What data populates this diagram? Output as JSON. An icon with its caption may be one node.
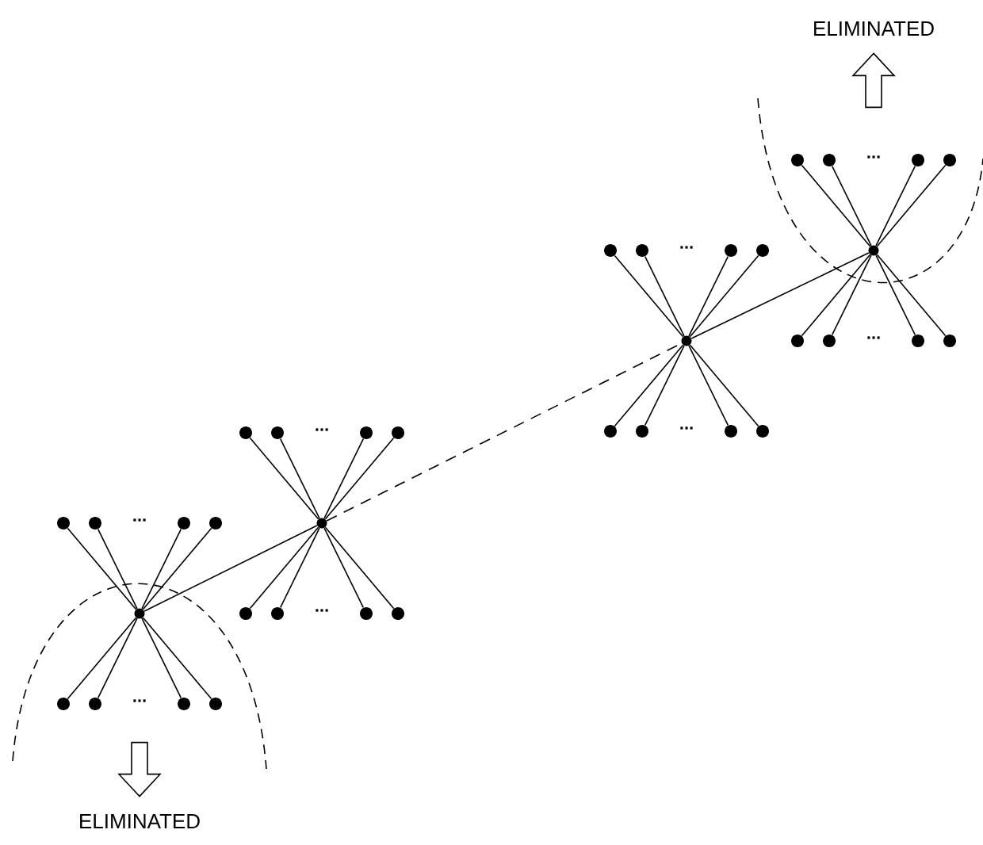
{
  "diagram": {
    "nodes": [
      {
        "text": [],
        "shape": "circle"
      },
      {
        "text": [],
        "shape": "circle"
      },
      {
        "text": [],
        "shape": "circle"
      },
      {
        "text": [],
        "shape": "circle"
      },
      {
        "text": [],
        "shape": "circle"
      },
      {
        "text": [],
        "shape": "circle"
      },
      {
        "text": [],
        "shape": "circle"
      },
      {
        "text": [],
        "shape": "circle"
      },
      {
        "text": [],
        "shape": "circle"
      },
      {
        "text": [],
        "shape": "circle"
      },
      {
        "text": [],
        "shape": "circle"
      },
      {
        "text": [],
        "shape": "circle"
      },
      {
        "text": [],
        "shape": "circle"
      },
      {
        "text": [],
        "shape": "circle"
      },
      {
        "text": [],
        "shape": "circle"
      },
      {
        "text": [],
        "shape": "circle"
      },
      {
        "text": [],
        "shape": "circle"
      },
      {
        "text": [],
        "shape": "circle"
      },
      {
        "text": [],
        "shape": "circle"
      },
      {
        "text": [],
        "shape": "circle"
      },
      {
        "text": [],
        "shape": "circle"
      },
      {
        "text": [],
        "shape": "circle"
      },
      {
        "text": [],
        "shape": "circle"
      },
      {
        "text": [],
        "shape": "circle"
      },
      {
        "text": [],
        "shape": "circle"
      },
      {
        "text": [],
        "shape": "circle"
      },
      {
        "text": [],
        "shape": "circle"
      },
      {
        "text": [],
        "shape": "circle"
      },
      {
        "text": [],
        "shape": "circle"
      },
      {
        "text": [],
        "shape": "circle"
      },
      {
        "text": [],
        "shape": "circle"
      },
      {
        "text": [],
        "shape": "circle"
      },
      {
        "text": [],
        "shape": "circle"
      },
      {
        "text": [],
        "shape": "circle"
      },
      {
        "text": [],
        "shape": "circle"
      },
      {
        "text": [],
        "shape": "circle"
      },
      {
        "text": [
          "ELIMINATED"
        ]
      },
      {
        "text": [
          "ELIMINATED"
        ]
      }
    ],
    "edges": [
      {
        "from": 1,
        "to": 0,
        "arrow": "none"
      },
      {
        "from": 2,
        "to": 0,
        "arrow": "none"
      },
      {
        "from": 3,
        "to": 0,
        "arrow": "none"
      },
      {
        "from": 4,
        "to": 0,
        "arrow": "none"
      },
      {
        "from": 5,
        "to": 0,
        "arrow": "none"
      },
      {
        "from": 6,
        "to": 0,
        "arrow": "none"
      },
      {
        "from": 7,
        "to": 0,
        "arrow": "none"
      },
      {
        "from": 8,
        "to": 0,
        "arrow": "none"
      },
      {
        "from": 10,
        "to": 9,
        "arrow": "none"
      },
      {
        "from": 11,
        "to": 9,
        "arrow": "none"
      },
      {
        "from": 12,
        "to": 9,
        "arrow": "none"
      },
      {
        "from": 13,
        "to": 9,
        "arrow": "none"
      },
      {
        "from": 14,
        "to": 9,
        "arrow": "none"
      },
      {
        "from": 15,
        "to": 9,
        "arrow": "none"
      },
      {
        "from": 16,
        "to": 9,
        "arrow": "none"
      },
      {
        "from": 17,
        "to": 9,
        "arrow": "none"
      },
      {
        "from": 19,
        "to": 18,
        "arrow": "none"
      },
      {
        "from": 20,
        "to": 18,
        "arrow": "none"
      },
      {
        "from": 21,
        "to": 18,
        "arrow": "none"
      },
      {
        "from": 22,
        "to": 18,
        "arrow": "none"
      },
      {
        "from": 23,
        "to": 18,
        "arrow": "none"
      },
      {
        "from": 24,
        "to": 18,
        "arrow": "none"
      },
      {
        "from": 25,
        "to": 18,
        "arrow": "none"
      },
      {
        "from": 26,
        "to": 18,
        "arrow": "none"
      },
      {
        "from": 28,
        "to": 27,
        "arrow": "none"
      },
      {
        "from": 29,
        "to": 27,
        "arrow": "none"
      },
      {
        "from": 30,
        "to": 27,
        "arrow": "none"
      },
      {
        "from": 31,
        "to": 27,
        "arrow": "none"
      },
      {
        "from": 32,
        "to": 27,
        "arrow": "none"
      },
      {
        "from": 33,
        "to": 27,
        "arrow": "none"
      },
      {
        "from": 34,
        "to": 27,
        "arrow": "none"
      },
      {
        "from": 35,
        "to": 27,
        "arrow": "none"
      },
      {
        "from": 0,
        "to": 9,
        "arrow": "none"
      },
      {
        "from": 9,
        "to": 18,
        "arrow": "none",
        "style": "dashed"
      },
      {
        "from": 18,
        "to": 27,
        "arrow": "none"
      },
      {
        "from": null,
        "to": 36,
        "arrow": "to"
      },
      {
        "from": null,
        "to": 37,
        "arrow": "to"
      }
    ],
    "labels": [
      "...",
      "...",
      "...",
      "...",
      "...",
      "...",
      "...",
      "..."
    ]
  }
}
